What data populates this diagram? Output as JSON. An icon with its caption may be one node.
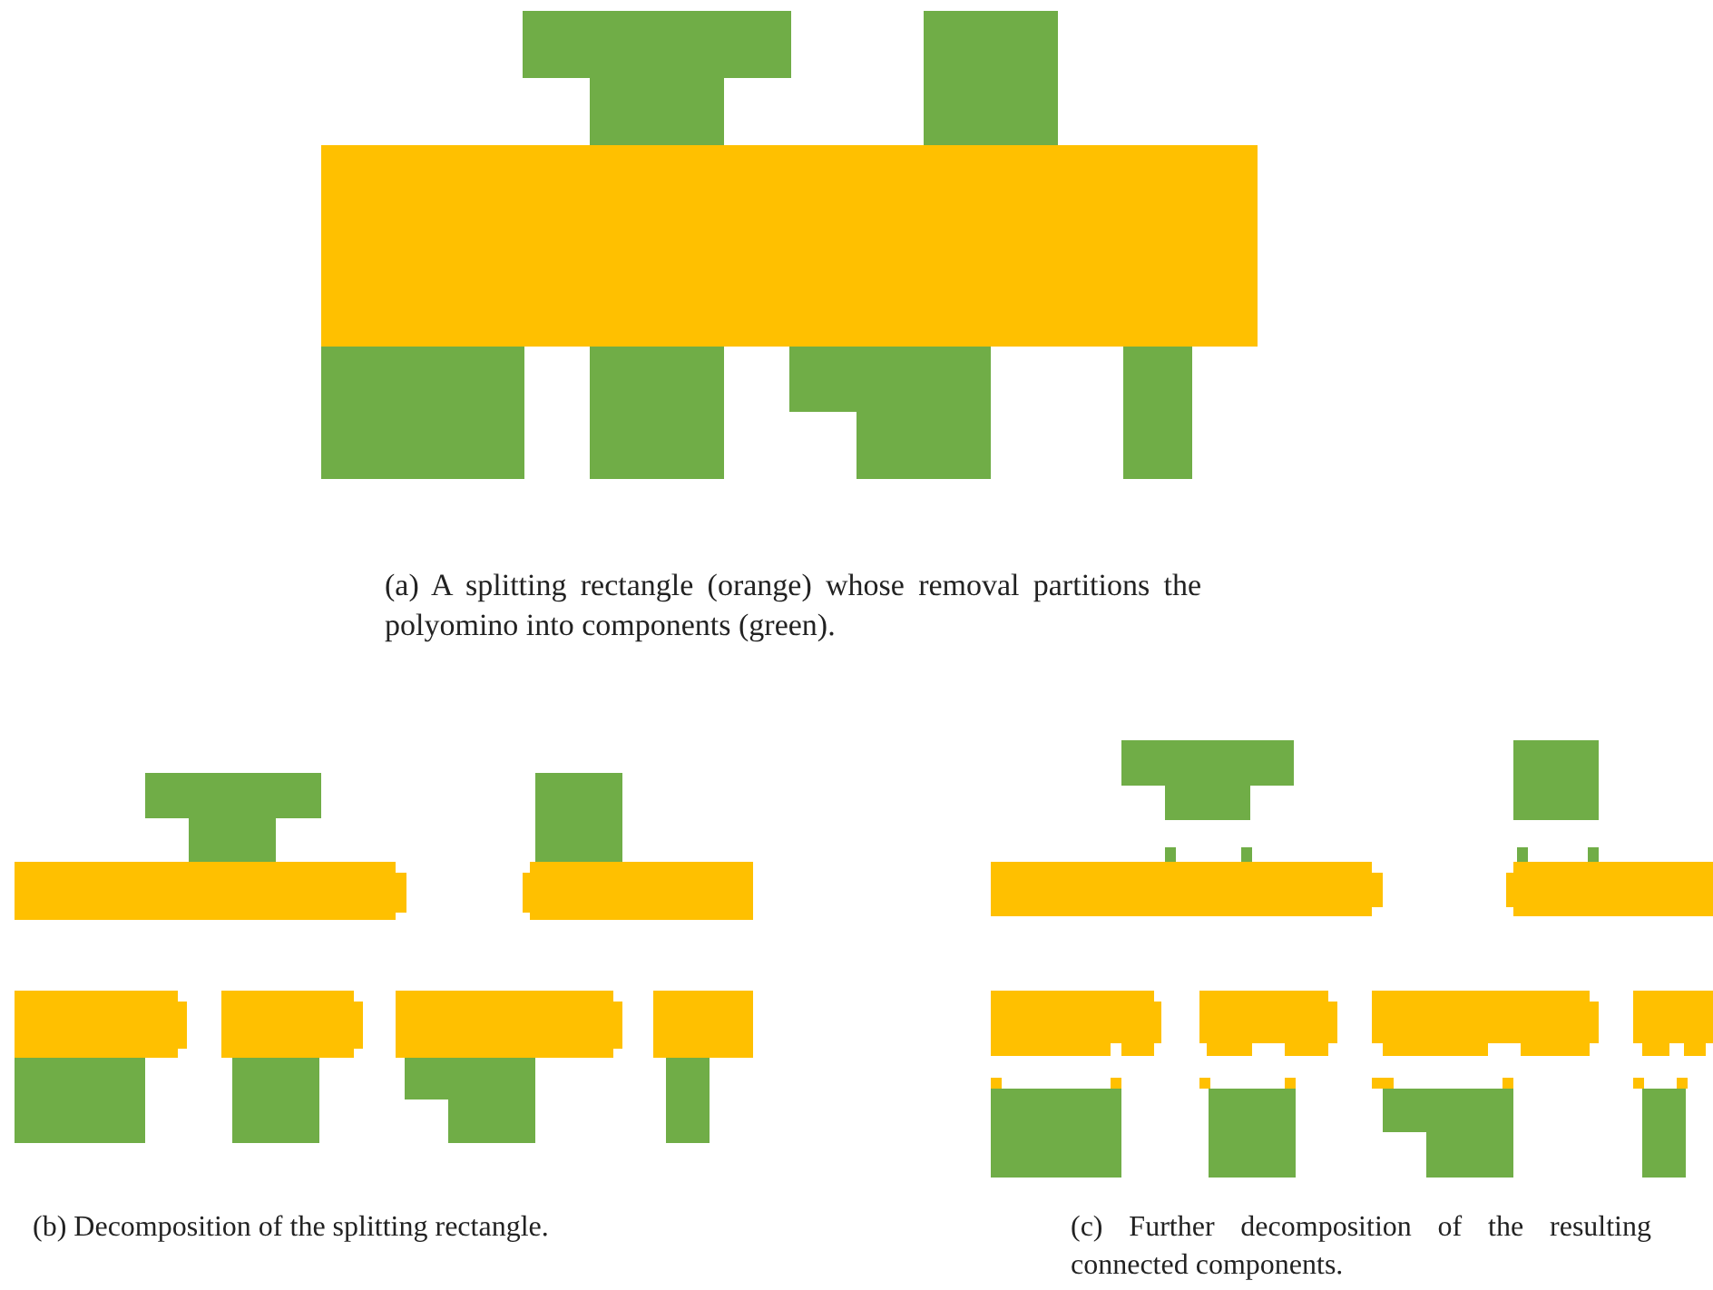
{
  "diagram": {
    "labels": [
      "(a) A splitting rectangle (orange) whose removal partitions the polyomino into components (green).",
      "(b) Decomposition of the splitting rectangle.",
      "(c) Further decomposition of the resulting connected components."
    ]
  }
}
